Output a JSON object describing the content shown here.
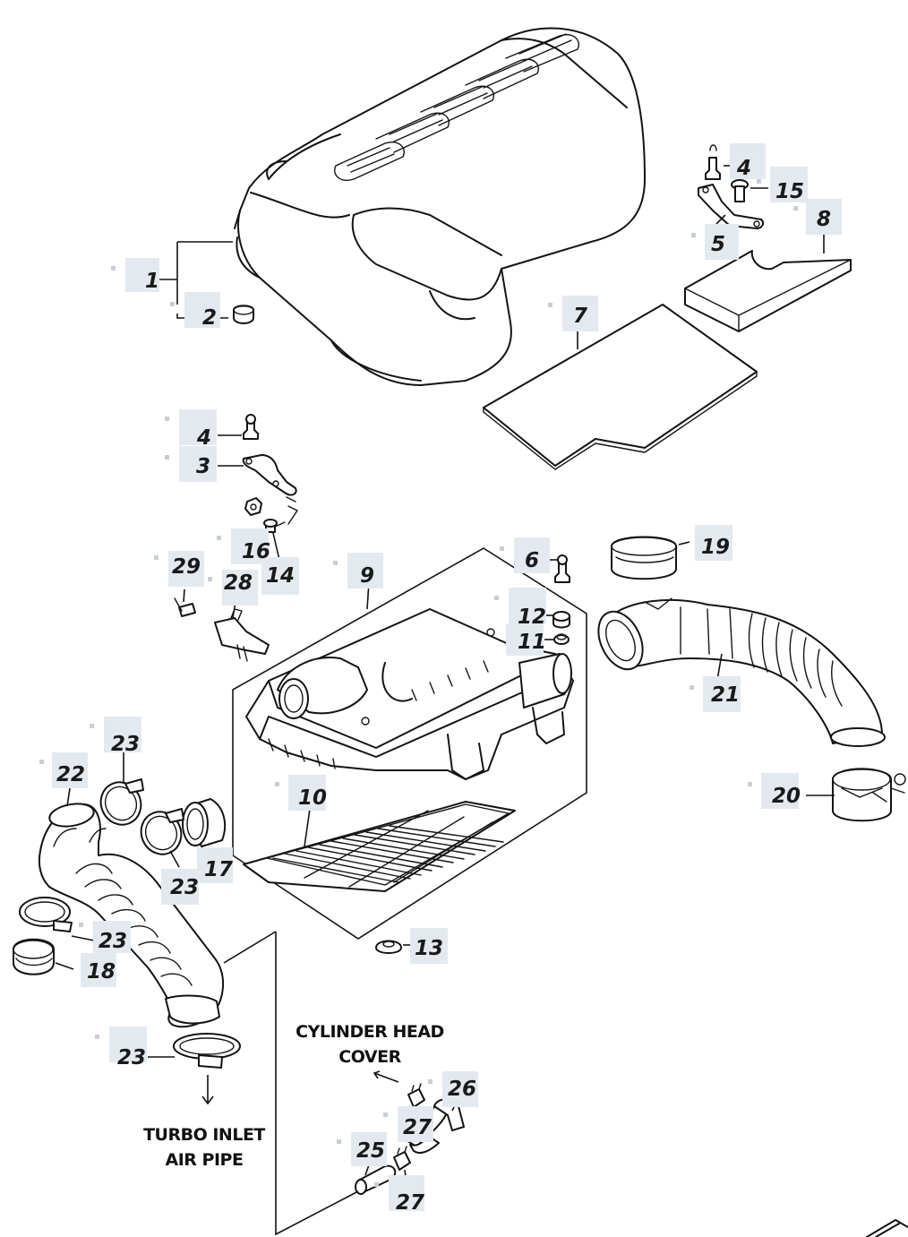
{
  "callouts": {
    "p1": "1",
    "p2": "2",
    "p3": "3",
    "p4a": "4",
    "p4b": "4",
    "p5": "5",
    "p6": "6",
    "p7": "7",
    "p8": "8",
    "p9": "9",
    "p10": "10",
    "p11": "11",
    "p12": "12",
    "p13": "13",
    "p14": "14",
    "p15": "15",
    "p16": "16",
    "p17": "17",
    "p18": "18",
    "p19": "19",
    "p20": "20",
    "p21": "21",
    "p22": "22",
    "p23a": "23",
    "p23b": "23",
    "p23c": "23",
    "p23d": "23",
    "p25": "25",
    "p26": "26",
    "p27a": "27",
    "p27b": "27",
    "p28": "28",
    "p29": "29"
  },
  "notes": {
    "cylinder_head_line1": "CYLINDER HEAD",
    "cylinder_head_line2": "COVER",
    "turbo_line1": "TURBO INLET",
    "turbo_line2": "AIR PIPE"
  }
}
